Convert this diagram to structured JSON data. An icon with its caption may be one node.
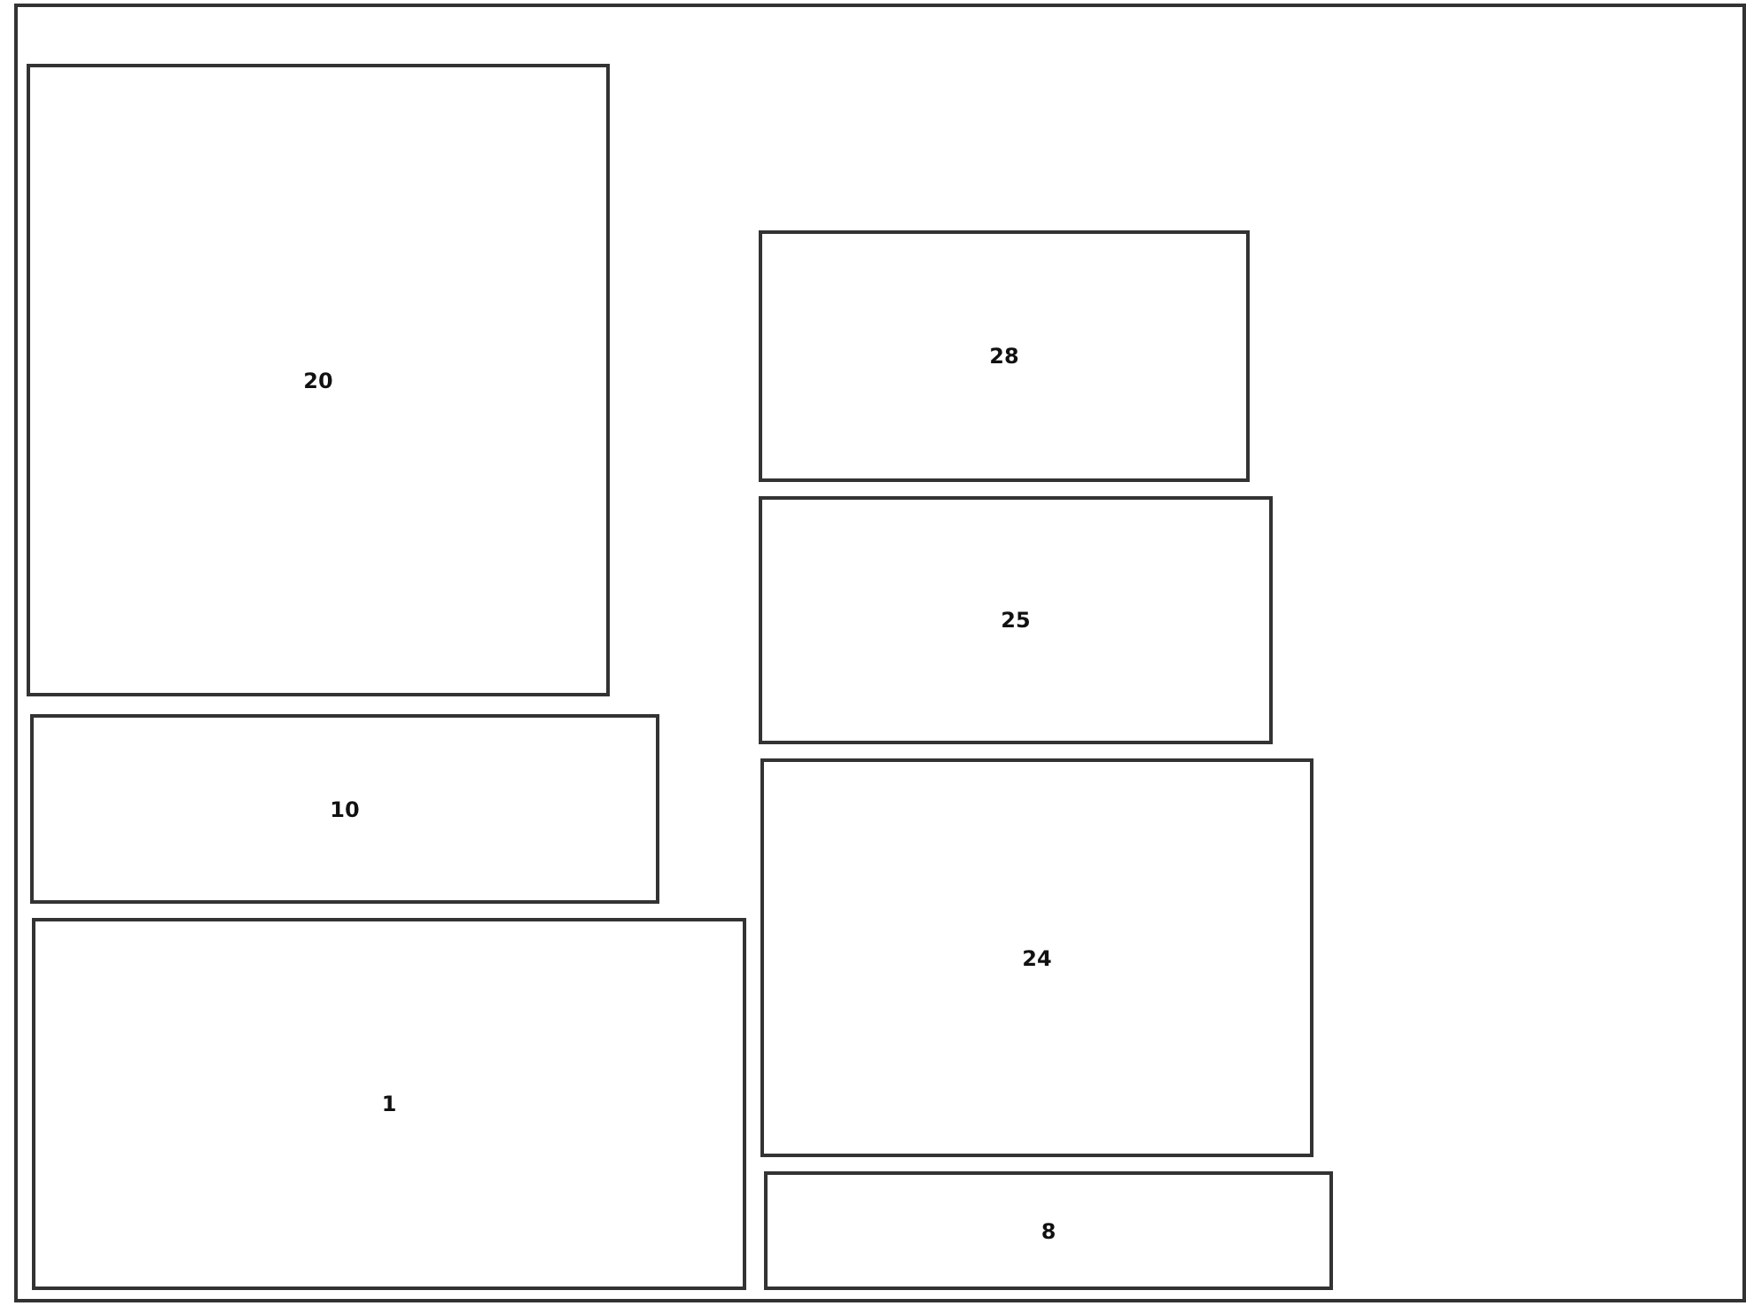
{
  "diagram": {
    "nodes": [
      {
        "text": [],
        "shape": "box"
      },
      {
        "text": [
          "20"
        ],
        "in": 0
      },
      {
        "text": [
          "28"
        ],
        "in": 0
      },
      {
        "text": [
          "25"
        ],
        "in": 0
      },
      {
        "text": [
          "10"
        ],
        "in": 0
      },
      {
        "text": [
          "24"
        ],
        "in": 0
      },
      {
        "text": [
          "1"
        ],
        "in": 0
      },
      {
        "text": [
          "8"
        ],
        "in": 0
      }
    ]
  }
}
